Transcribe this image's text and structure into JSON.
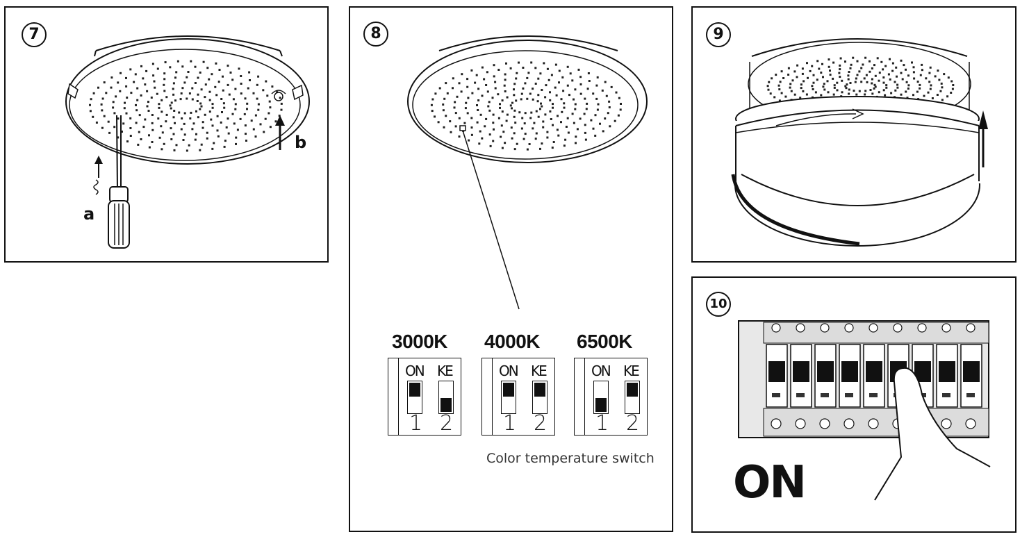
{
  "steps": [
    {
      "id": "step-7",
      "number": "7"
    },
    {
      "id": "step-8",
      "number": "8"
    },
    {
      "id": "step-9",
      "number": "9"
    },
    {
      "id": "step-10",
      "number": "10"
    }
  ],
  "step7": {
    "label_a": "a",
    "label_b": "b"
  },
  "step8": {
    "switches": [
      {
        "title": "3000K",
        "col1_label": "ON",
        "col2_label": "KE",
        "col1_num": "1",
        "col2_num": "2",
        "switch1": "up",
        "switch2": "down"
      },
      {
        "title": "4000K",
        "col1_label": "ON",
        "col2_label": "KE",
        "col1_num": "1",
        "col2_num": "2",
        "switch1": "up",
        "switch2": "up"
      },
      {
        "title": "6500K",
        "col1_label": "ON",
        "col2_label": "KE",
        "col1_num": "1",
        "col2_num": "2",
        "switch1": "down",
        "switch2": "up"
      }
    ],
    "caption": "Color temperature switch"
  },
  "step10": {
    "on_text": "ON"
  }
}
